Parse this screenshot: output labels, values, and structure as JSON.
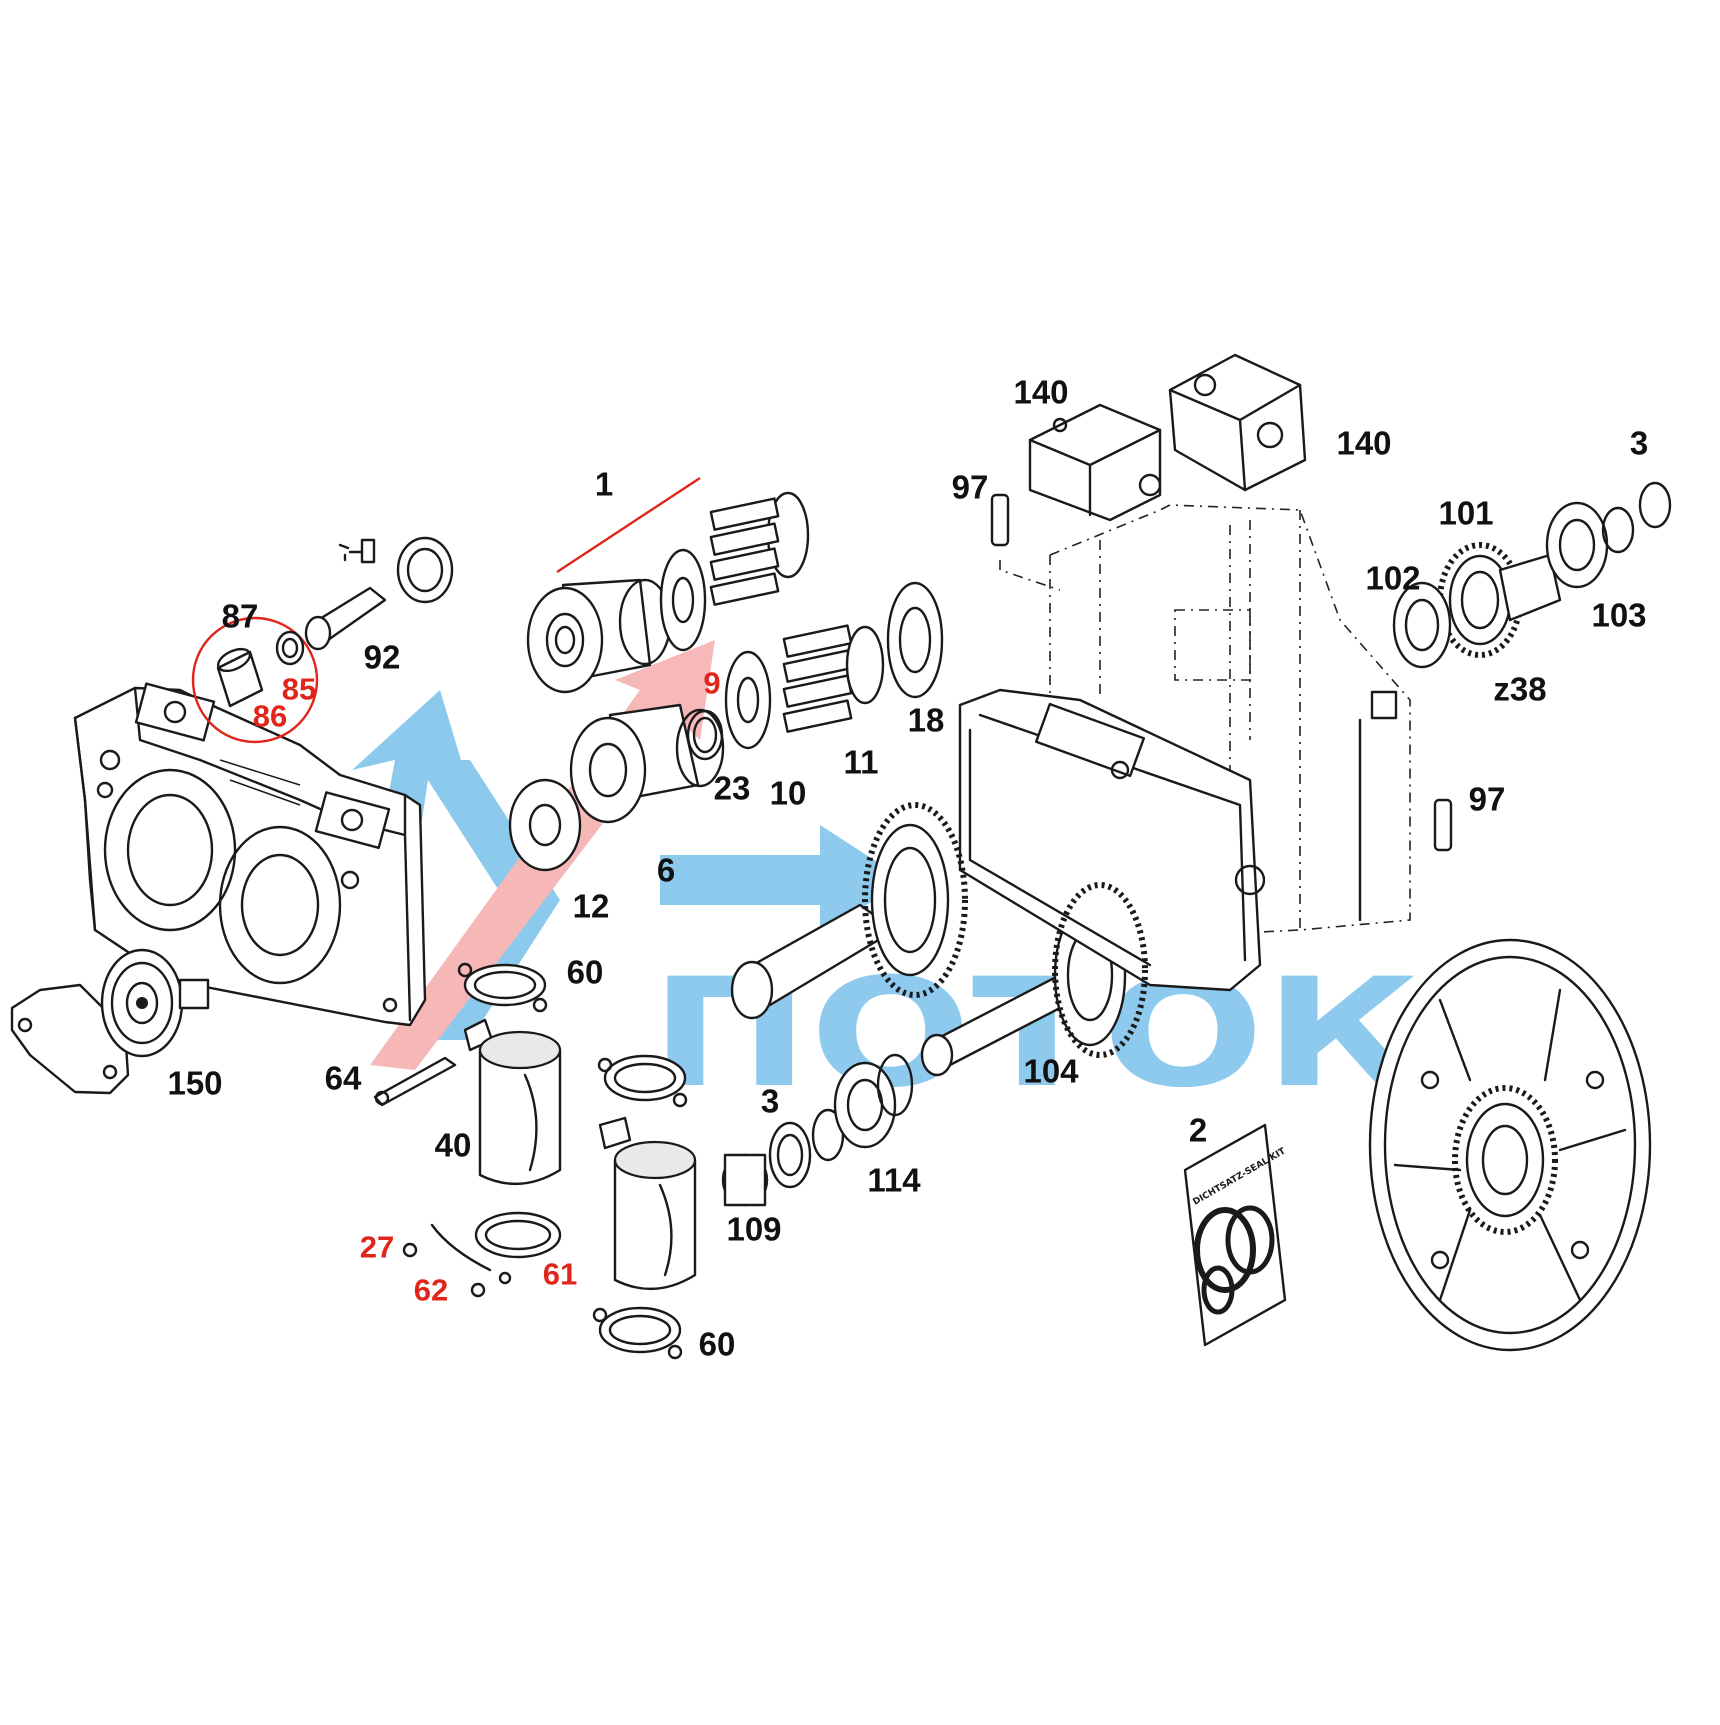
{
  "diagram": {
    "callouts": [
      {
        "id": "c1",
        "text": "1",
        "color": "black"
      },
      {
        "id": "c87",
        "text": "87",
        "color": "black"
      },
      {
        "id": "c92",
        "text": "92",
        "color": "black"
      },
      {
        "id": "c85",
        "text": "85",
        "color": "red"
      },
      {
        "id": "c86",
        "text": "86",
        "color": "red"
      },
      {
        "id": "c9",
        "text": "9",
        "color": "red"
      },
      {
        "id": "c23",
        "text": "23",
        "color": "black"
      },
      {
        "id": "c10",
        "text": "10",
        "color": "black"
      },
      {
        "id": "c11",
        "text": "11",
        "color": "black"
      },
      {
        "id": "c18",
        "text": "18",
        "color": "black"
      },
      {
        "id": "c12",
        "text": "12",
        "color": "black"
      },
      {
        "id": "c6",
        "text": "6",
        "color": "black"
      },
      {
        "id": "c60a",
        "text": "60",
        "color": "black"
      },
      {
        "id": "c150",
        "text": "150",
        "color": "black"
      },
      {
        "id": "c64",
        "text": "64",
        "color": "black"
      },
      {
        "id": "c40",
        "text": "40",
        "color": "black"
      },
      {
        "id": "c27",
        "text": "27",
        "color": "red"
      },
      {
        "id": "c62",
        "text": "62",
        "color": "red"
      },
      {
        "id": "c61",
        "text": "61",
        "color": "red"
      },
      {
        "id": "c60b",
        "text": "60",
        "color": "black"
      },
      {
        "id": "c3a",
        "text": "3",
        "color": "black"
      },
      {
        "id": "c109",
        "text": "109",
        "color": "black"
      },
      {
        "id": "c114",
        "text": "114",
        "color": "black"
      },
      {
        "id": "c104",
        "text": "104",
        "color": "black"
      },
      {
        "id": "c140a",
        "text": "140",
        "color": "black"
      },
      {
        "id": "c140b",
        "text": "140",
        "color": "black"
      },
      {
        "id": "c97a",
        "text": "97",
        "color": "black"
      },
      {
        "id": "c97b",
        "text": "97",
        "color": "black"
      },
      {
        "id": "c3b",
        "text": "3",
        "color": "black"
      },
      {
        "id": "c101",
        "text": "101",
        "color": "black"
      },
      {
        "id": "c102",
        "text": "102",
        "color": "black"
      },
      {
        "id": "c103",
        "text": "103",
        "color": "black"
      },
      {
        "id": "cz38",
        "text": "z38",
        "color": "black"
      },
      {
        "id": "c2",
        "text": "2",
        "color": "black"
      }
    ],
    "seal_kit_text": "DICHTSATZ-SEAL KIT",
    "watermark_text": "ПОТОК",
    "colors": {
      "label": "#111111",
      "label_red": "#e0261b",
      "logo_blue": "#4db1e6",
      "logo_red": "#f29a9a",
      "line": "#1a1a1a"
    }
  }
}
